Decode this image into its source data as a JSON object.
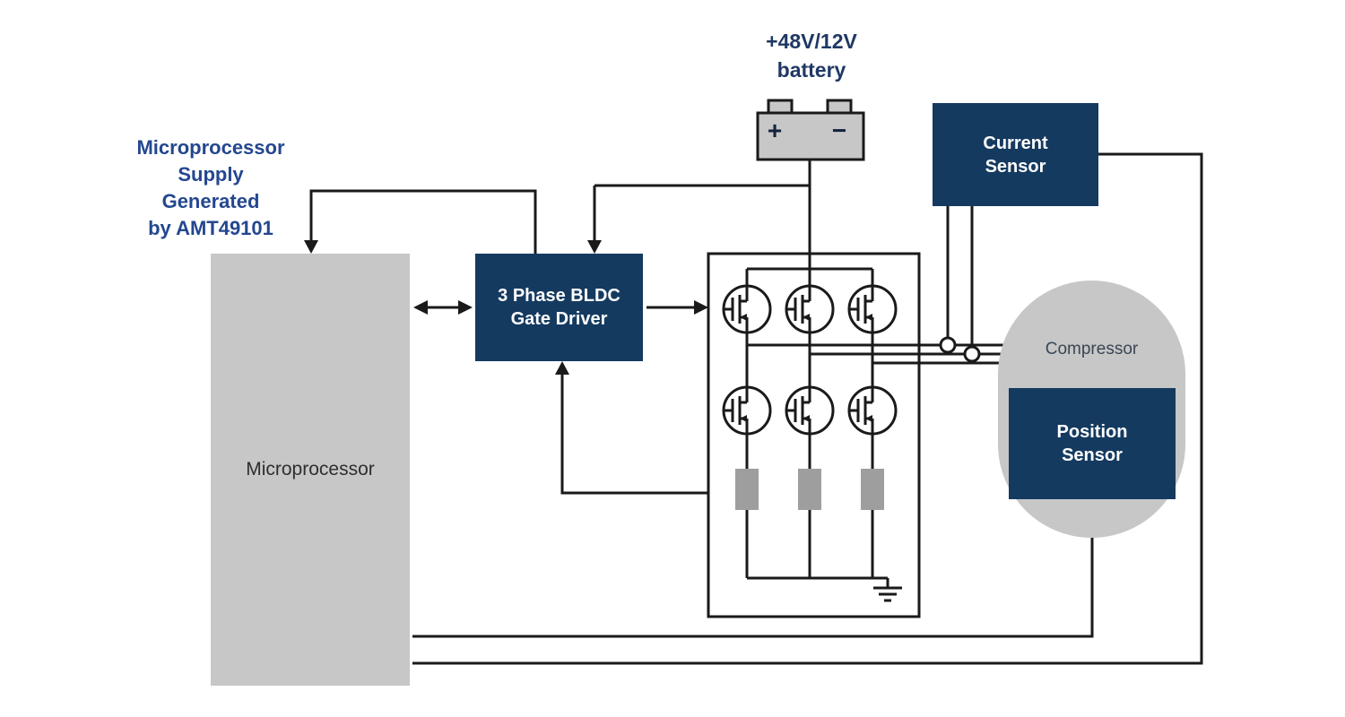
{
  "colors": {
    "navy": "#153A60",
    "block_gray": "#C7C7C7",
    "shunt_gray": "#9E9E9E",
    "wire": "#1A1A1A",
    "supply_note_blue": "#24478F",
    "battery_label_navy": "#1F3864"
  },
  "labels": {
    "supply_note": "Microprocessor\nSupply\nGenerated\nby AMT49101",
    "battery": "+48V/12V\nbattery",
    "battery_plus": "+",
    "battery_minus": "−",
    "microprocessor": "Microprocessor",
    "gate_driver": "3 Phase BLDC\nGate Driver",
    "current_sensor": "Current\nSensor",
    "compressor": "Compressor",
    "position_sensor": "Position\nSensor"
  }
}
